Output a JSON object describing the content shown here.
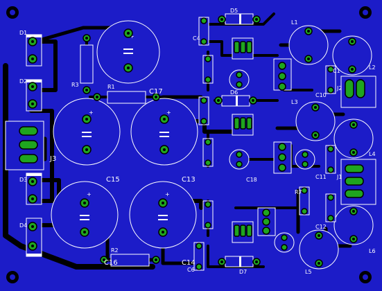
{
  "board": {
    "background": "#1c1cc8",
    "trace_color": "#000000",
    "pad_color": "#1fa51f",
    "silk_color": "#ffffff"
  },
  "labels": {
    "D1": "D1",
    "D2": "D2",
    "D3": "D3",
    "D4": "D4",
    "D5": "D5",
    "D6": "D6",
    "D7": "D7",
    "R1": "R1",
    "R2": "R2",
    "R3": "R3",
    "R7": "R7",
    "C1": "C1",
    "C4": "C4",
    "C6": "C6",
    "C10": "C10",
    "C11": "C11",
    "C12": "C12",
    "C13": "C13",
    "C14": "C14",
    "C15": "C15",
    "C16": "C16",
    "C17": "C17",
    "C18": "C18",
    "J1": "J1",
    "J2": "J2",
    "J3": "J3",
    "L1": "L1",
    "L2": "L2",
    "L3": "L3",
    "L4": "L4",
    "L5": "L5",
    "L6": "L6"
  }
}
